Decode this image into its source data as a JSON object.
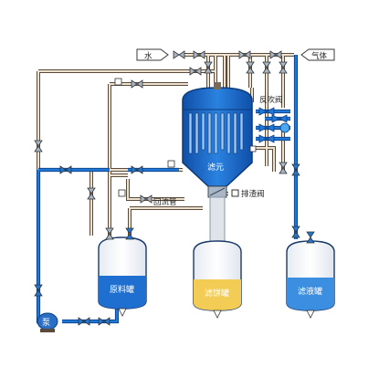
{
  "labels": {
    "water": "水",
    "gas": "气体",
    "backwash_valve": "反吹阀",
    "filter_element": "滤元",
    "slag_valve": "排渣阀",
    "return_pipe": "回流管",
    "raw_tank": "原料罐",
    "slag_tank": "滤饼罐",
    "filtrate_tank": "滤液罐",
    "pump": "泵"
  },
  "colors": {
    "brown_pipe": "#5a4a3a",
    "blue_pipe": "#1f78d6",
    "vessel_blue": "#1f6fd1",
    "valve_grey": "#a9b6c6",
    "cake_yellow": "#f2cc55",
    "liquid_blue": "#3b8ee0"
  }
}
